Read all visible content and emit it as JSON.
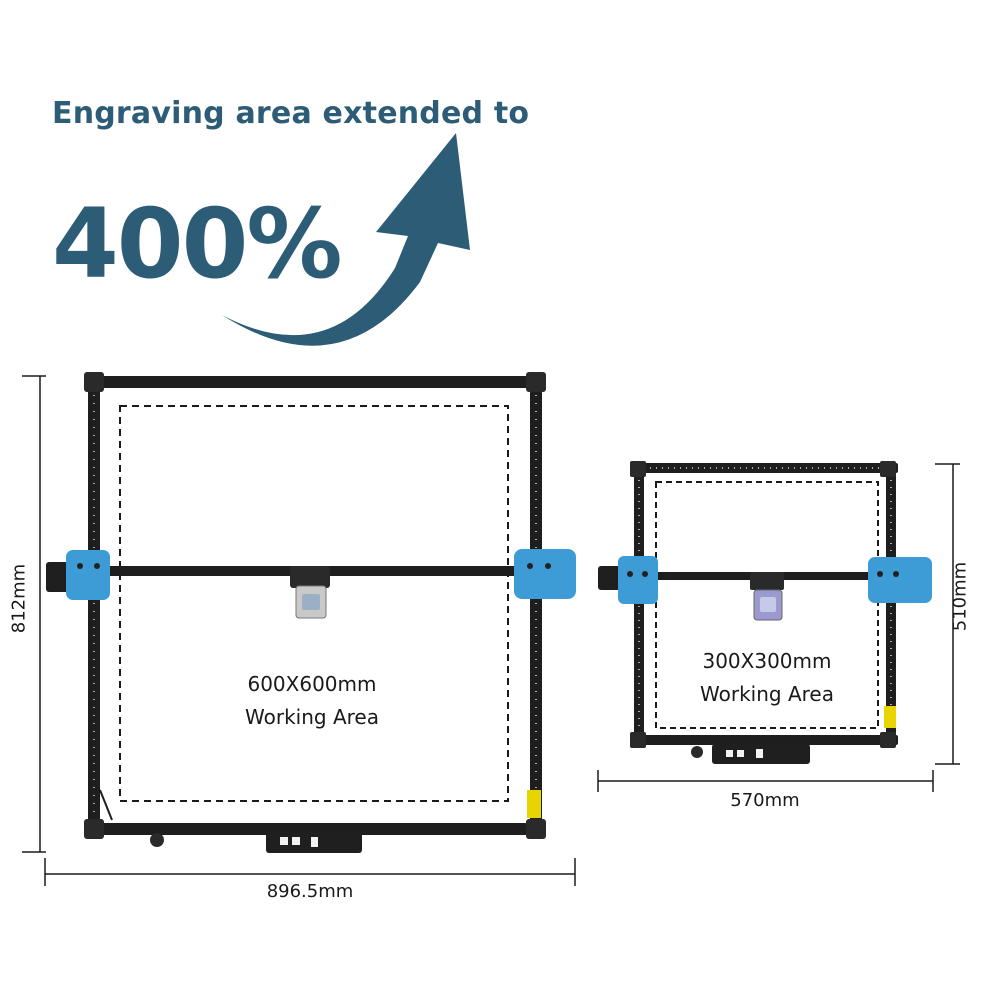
{
  "headline": "Engraving area extended to",
  "percent": "400%",
  "colors": {
    "accent": "#2d5c77",
    "frame": "#1e1e1e",
    "bracket": "#3d9bd6",
    "dimension_line": "#1a1a1a"
  },
  "icons": {
    "growth_arrow": "curved-up-arrow-icon"
  },
  "large_machine": {
    "area_size": "600X600mm",
    "area_label": "Working Area",
    "height": "812mm",
    "width": "896.5mm"
  },
  "small_machine": {
    "area_size": "300X300mm",
    "area_label": "Working Area",
    "height": "510mm",
    "width": "570mm"
  }
}
